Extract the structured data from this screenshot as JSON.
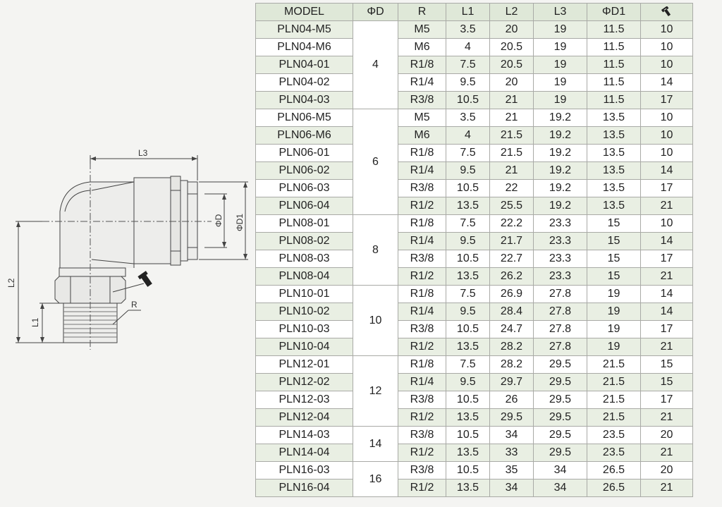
{
  "drawing": {
    "dim_labels": {
      "L3": "L3",
      "L2": "L2",
      "L1": "L1",
      "D": "ΦD",
      "D1": "ΦD1",
      "R": "R"
    }
  },
  "table": {
    "headers": [
      "MODEL",
      "ΦD",
      "R",
      "L1",
      "L2",
      "L3",
      "ΦD1"
    ],
    "wrench_icon": "wrench-icon",
    "groups": [
      {
        "phi_d": "4",
        "rows": [
          [
            "PLN04-M5",
            "M5",
            "3.5",
            "20",
            "19",
            "11.5",
            "10"
          ],
          [
            "PLN04-M6",
            "M6",
            "4",
            "20.5",
            "19",
            "11.5",
            "10"
          ],
          [
            "PLN04-01",
            "R1/8",
            "7.5",
            "20.5",
            "19",
            "11.5",
            "10"
          ],
          [
            "PLN04-02",
            "R1/4",
            "9.5",
            "20",
            "19",
            "11.5",
            "14"
          ],
          [
            "PLN04-03",
            "R3/8",
            "10.5",
            "21",
            "19",
            "11.5",
            "17"
          ]
        ]
      },
      {
        "phi_d": "6",
        "rows": [
          [
            "PLN06-M5",
            "M5",
            "3.5",
            "21",
            "19.2",
            "13.5",
            "10"
          ],
          [
            "PLN06-M6",
            "M6",
            "4",
            "21.5",
            "19.2",
            "13.5",
            "10"
          ],
          [
            "PLN06-01",
            "R1/8",
            "7.5",
            "21.5",
            "19.2",
            "13.5",
            "10"
          ],
          [
            "PLN06-02",
            "R1/4",
            "9.5",
            "21",
            "19.2",
            "13.5",
            "14"
          ],
          [
            "PLN06-03",
            "R3/8",
            "10.5",
            "22",
            "19.2",
            "13.5",
            "17"
          ],
          [
            "PLN06-04",
            "R1/2",
            "13.5",
            "25.5",
            "19.2",
            "13.5",
            "21"
          ]
        ]
      },
      {
        "phi_d": "8",
        "rows": [
          [
            "PLN08-01",
            "R1/8",
            "7.5",
            "22.2",
            "23.3",
            "15",
            "10"
          ],
          [
            "PLN08-02",
            "R1/4",
            "9.5",
            "21.7",
            "23.3",
            "15",
            "14"
          ],
          [
            "PLN08-03",
            "R3/8",
            "10.5",
            "22.7",
            "23.3",
            "15",
            "17"
          ],
          [
            "PLN08-04",
            "R1/2",
            "13.5",
            "26.2",
            "23.3",
            "15",
            "21"
          ]
        ]
      },
      {
        "phi_d": "10",
        "rows": [
          [
            "PLN10-01",
            "R1/8",
            "7.5",
            "26.9",
            "27.8",
            "19",
            "14"
          ],
          [
            "PLN10-02",
            "R1/4",
            "9.5",
            "28.4",
            "27.8",
            "19",
            "14"
          ],
          [
            "PLN10-03",
            "R3/8",
            "10.5",
            "24.7",
            "27.8",
            "19",
            "17"
          ],
          [
            "PLN10-04",
            "R1/2",
            "13.5",
            "28.2",
            "27.8",
            "19",
            "21"
          ]
        ]
      },
      {
        "phi_d": "12",
        "rows": [
          [
            "PLN12-01",
            "R1/8",
            "7.5",
            "28.2",
            "29.5",
            "21.5",
            "15"
          ],
          [
            "PLN12-02",
            "R1/4",
            "9.5",
            "29.7",
            "29.5",
            "21.5",
            "15"
          ],
          [
            "PLN12-03",
            "R3/8",
            "10.5",
            "26",
            "29.5",
            "21.5",
            "17"
          ],
          [
            "PLN12-04",
            "R1/2",
            "13.5",
            "29.5",
            "29.5",
            "21.5",
            "21"
          ]
        ]
      },
      {
        "phi_d": "14",
        "rows": [
          [
            "PLN14-03",
            "R3/8",
            "10.5",
            "34",
            "29.5",
            "23.5",
            "20"
          ],
          [
            "PLN14-04",
            "R1/2",
            "13.5",
            "33",
            "29.5",
            "23.5",
            "21"
          ]
        ]
      },
      {
        "phi_d": "16",
        "rows": [
          [
            "PLN16-03",
            "R3/8",
            "10.5",
            "35",
            "34",
            "26.5",
            "20"
          ],
          [
            "PLN16-04",
            "R1/2",
            "13.5",
            "34",
            "34",
            "26.5",
            "21"
          ]
        ]
      }
    ]
  }
}
